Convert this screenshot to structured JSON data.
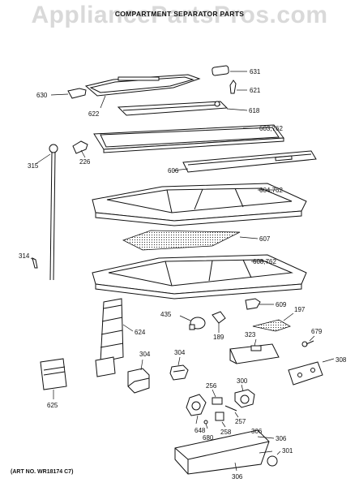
{
  "watermark": "AppliancePartsPros.com",
  "heading": "COMPARTMENT SEPARATOR PARTS",
  "art_number": "(ART NO. WR18174 C7)",
  "callouts": {
    "c631": "631",
    "c621": "621",
    "c630": "630",
    "c622": "622",
    "c618": "618",
    "c603": "603,762",
    "c315": "315",
    "c226": "226",
    "c606": "606",
    "c604": "604,762",
    "c607": "607",
    "c314": "314",
    "c608": "608,762",
    "c609": "609",
    "c435": "435",
    "c197": "197",
    "c624": "624",
    "c189": "189",
    "c679": "679",
    "c323": "323",
    "c304a": "304",
    "c304b": "304",
    "c308": "308",
    "c625": "625",
    "c256": "256",
    "c300": "300",
    "c257": "257",
    "c648": "648",
    "c258": "258",
    "c680": "680",
    "c306a": "306",
    "c306b": "306",
    "c306c": "306",
    "c301": "301"
  }
}
